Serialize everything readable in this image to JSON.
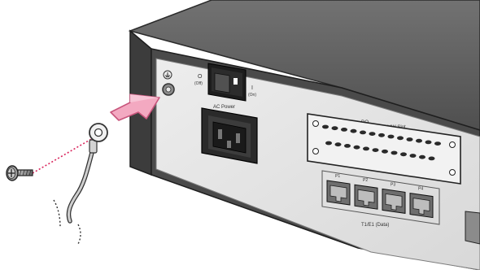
{
  "device": {
    "switch_on_label": "I",
    "switch_on_sub": "(On)",
    "switch_off_label": "O",
    "switch_off_sub": "(Off)",
    "power_label": "AC Power",
    "port_slot_label": "DO",
    "port_name_label": "MW Slot",
    "t1_group_label": "T1/E1 (Data)",
    "rj45_labels": [
      "P1",
      "P2",
      "P3",
      "P4"
    ]
  },
  "colors": {
    "chassis_top": "#5e5e5e",
    "chassis_side": "#3a3a3a",
    "panel": "#e6e6e6",
    "arrow": "#ef97b3",
    "leader_line": "#d9245c"
  },
  "icons": {
    "ground": "ground-icon",
    "arrow": "arrow-right-icon"
  }
}
